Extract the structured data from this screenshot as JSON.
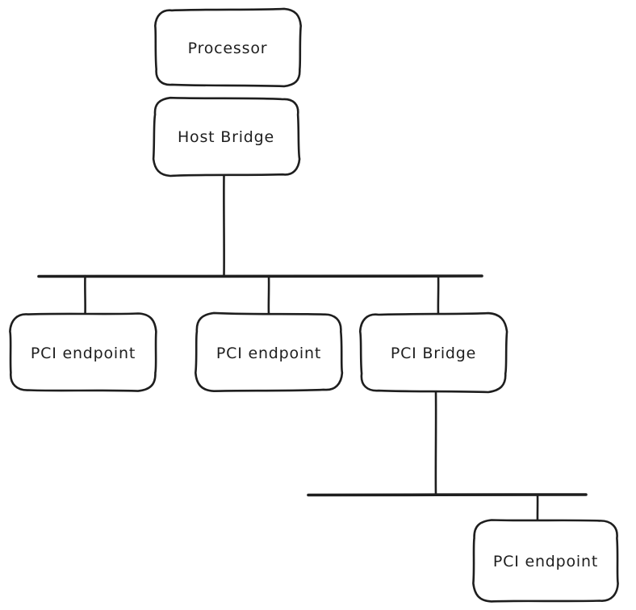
{
  "diagram": {
    "type": "tree-bus-topology",
    "colors": {
      "stroke": "#1e1e1e",
      "background": "#ffffff"
    },
    "nodes": [
      {
        "id": "processor",
        "label": "Processor"
      },
      {
        "id": "host-bridge",
        "label": "Host Bridge"
      },
      {
        "id": "pci-endpoint-1",
        "label": "PCI endpoint"
      },
      {
        "id": "pci-endpoint-2",
        "label": "PCI endpoint"
      },
      {
        "id": "pci-bridge",
        "label": "PCI Bridge"
      },
      {
        "id": "pci-endpoint-3",
        "label": "PCI endpoint"
      }
    ],
    "buses": [
      {
        "id": "primary-bus",
        "attached": [
          "host-bridge",
          "pci-endpoint-1",
          "pci-endpoint-2",
          "pci-bridge"
        ]
      },
      {
        "id": "secondary-bus",
        "attached": [
          "pci-bridge",
          "pci-endpoint-3"
        ]
      }
    ],
    "edges": [
      {
        "from": "host-bridge",
        "to": "primary-bus"
      },
      {
        "from": "primary-bus",
        "to": "pci-endpoint-1"
      },
      {
        "from": "primary-bus",
        "to": "pci-endpoint-2"
      },
      {
        "from": "primary-bus",
        "to": "pci-bridge"
      },
      {
        "from": "pci-bridge",
        "to": "secondary-bus"
      },
      {
        "from": "secondary-bus",
        "to": "pci-endpoint-3"
      }
    ]
  }
}
